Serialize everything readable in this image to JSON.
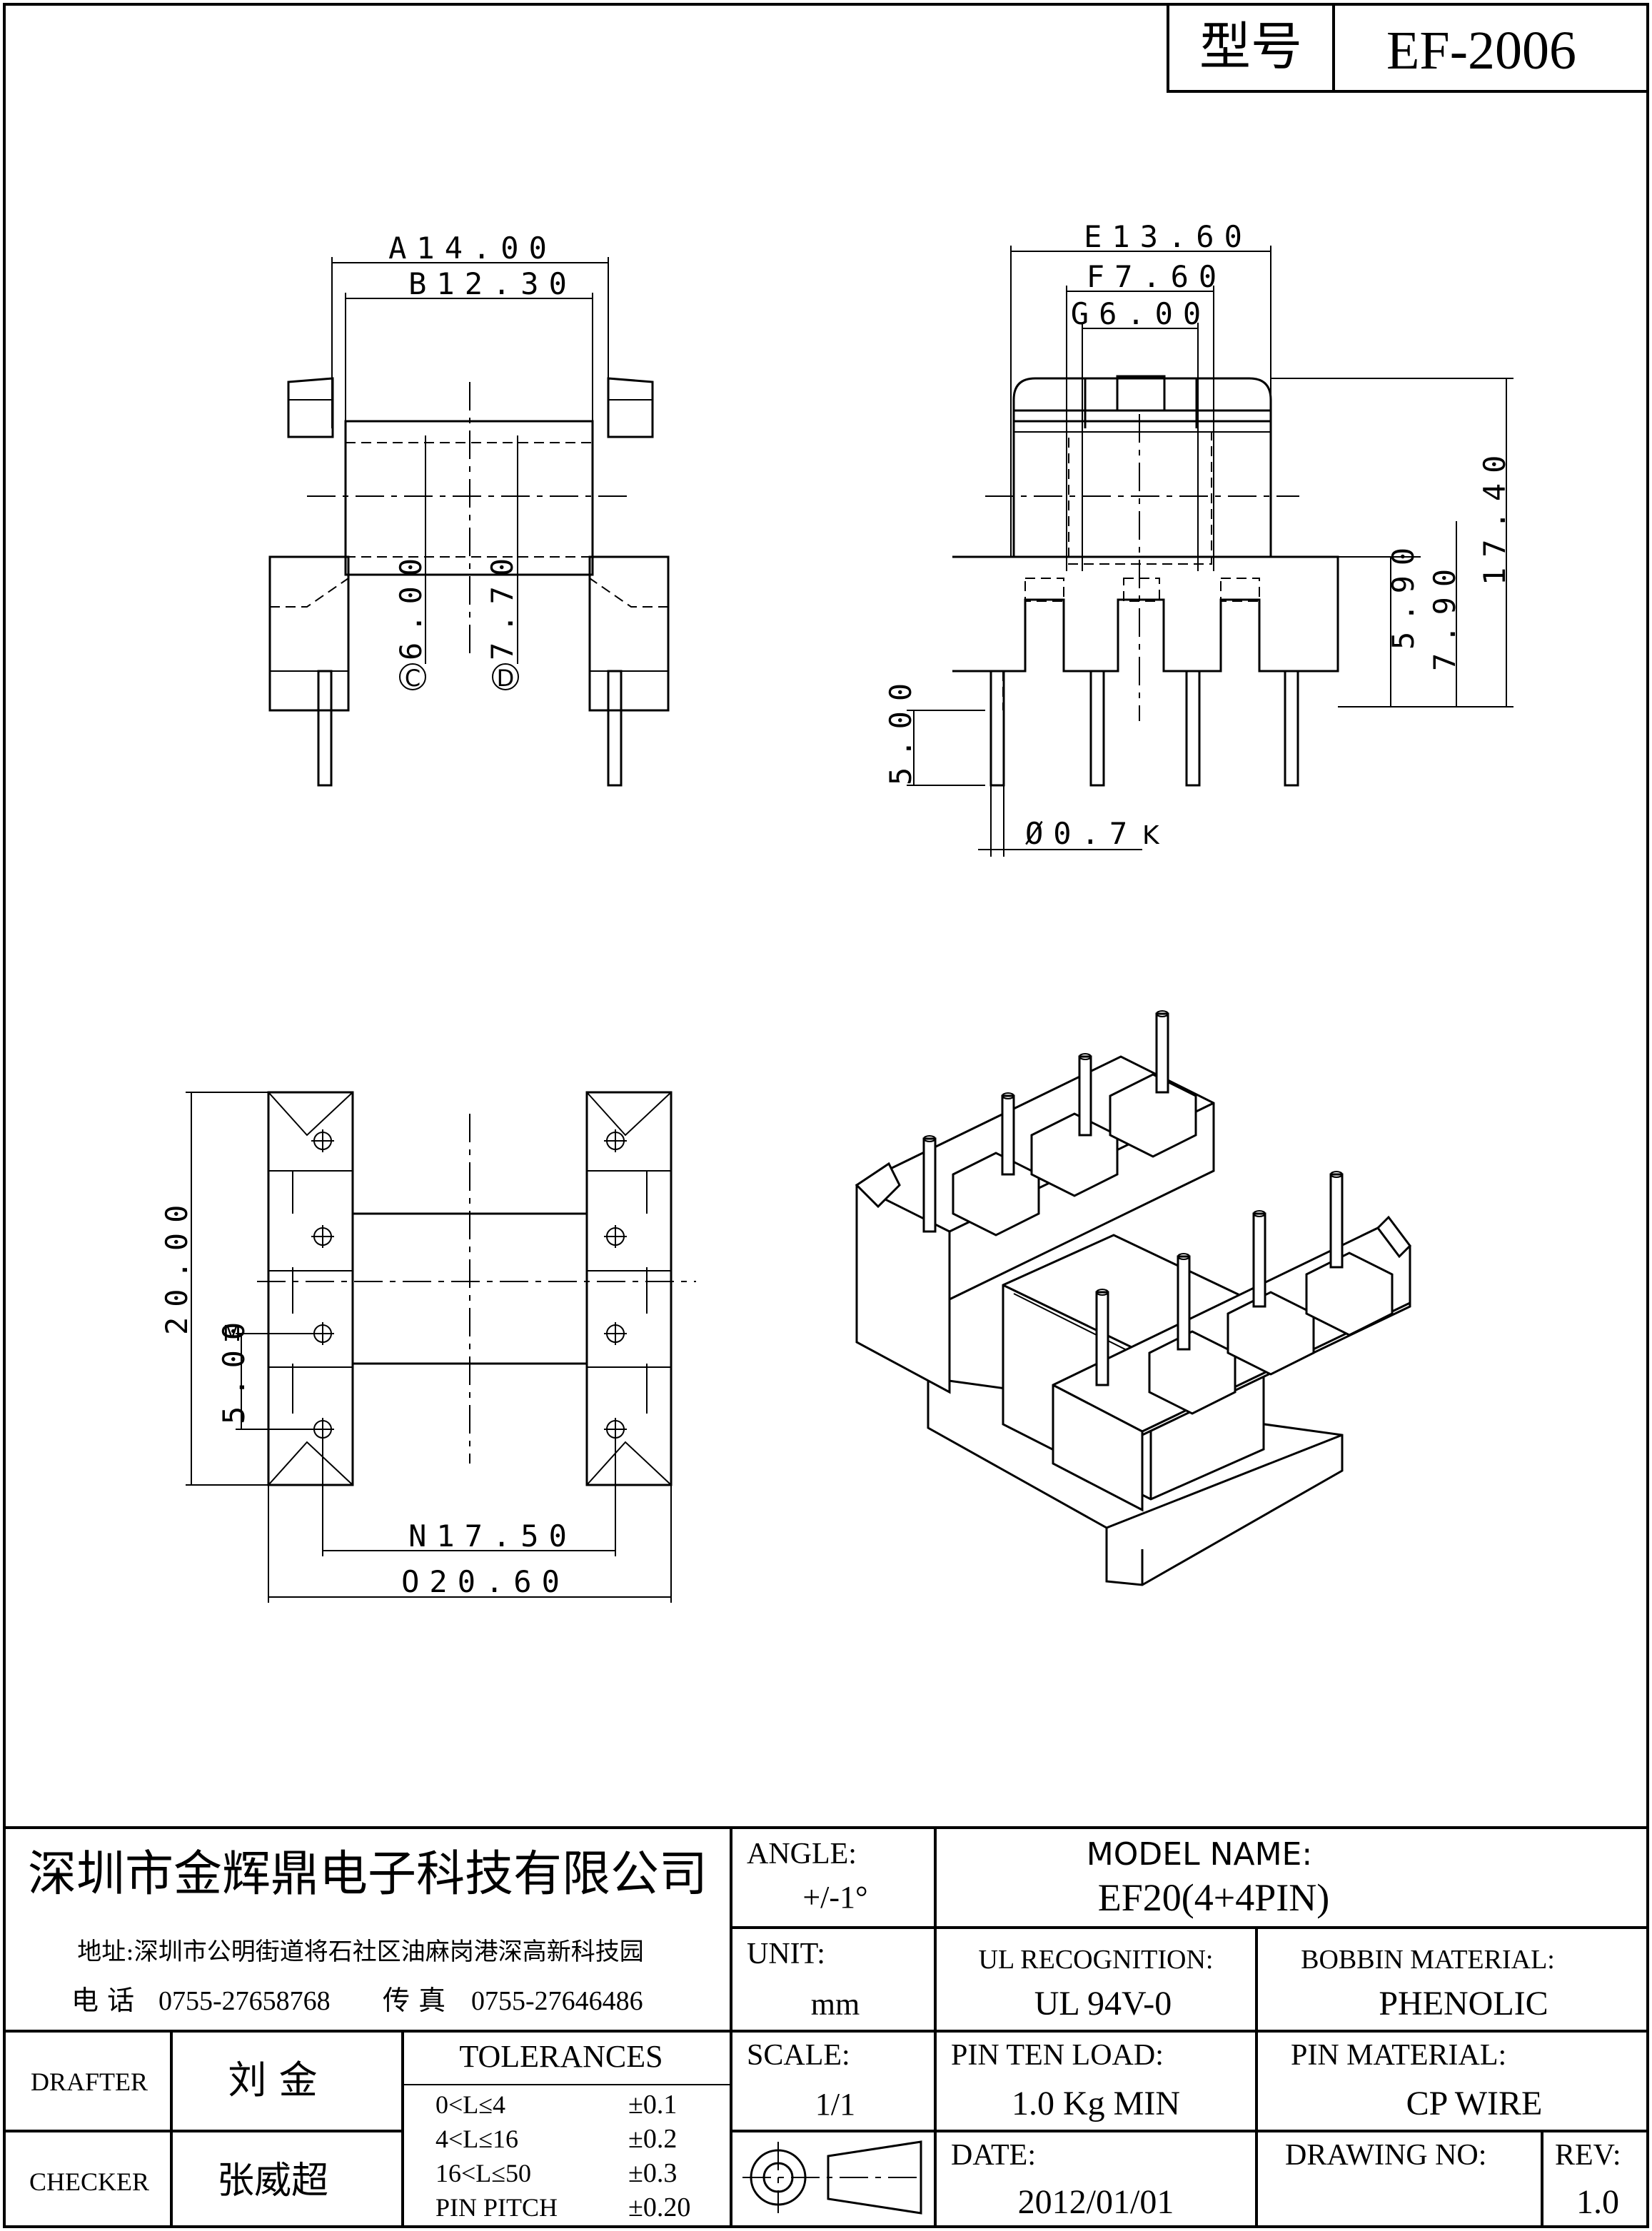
{
  "header": {
    "model_label": "型号",
    "model_value": "EF-2006"
  },
  "dimensions": {
    "a": "A14.00",
    "b": "B12.30",
    "c_value": "6.00",
    "c_letter": "C",
    "d_value": "7.70",
    "d_letter": "D",
    "e": "E13.60",
    "f": "F7.60",
    "g": "G6.00",
    "h_value": "5.00",
    "k": "Ø0.7",
    "k_letter": "K",
    "h5_9": "5.90",
    "h7_9": "7.90",
    "h17_4": "17.40",
    "l_value": "20.00",
    "m_value": "5.00",
    "m_letter": "M",
    "n": "N17.50",
    "o": "O20.60"
  },
  "title_block": {
    "company": "深圳市金辉鼎电子科技有限公司",
    "address": "地址:深圳市公明街道将石社区油麻岗港深高新科技园",
    "phone_label": "电 话",
    "phone": "0755-27658768",
    "fax_label": "传 真",
    "fax": "0755-27646486",
    "drafter_label": "DRAFTER",
    "drafter": "刘 金",
    "checker_label": "CHECKER",
    "checker": "张威超",
    "tolerances_label": "TOLERANCES",
    "tolerances": [
      {
        "range": "0<L≤4",
        "value": "±0.1"
      },
      {
        "range": "4<L≤16",
        "value": "±0.2"
      },
      {
        "range": "16<L≤50",
        "value": "±0.3"
      },
      {
        "range": "PIN PITCH",
        "value": "±0.20"
      }
    ],
    "angle_label": "ANGLE:",
    "angle_value": "+/-1°",
    "unit_label": "UNIT:",
    "unit_value": "mm",
    "scale_label": "SCALE:",
    "scale_value": "1/1",
    "model_name_label": "MODEL NAME:",
    "model_name_value": "EF20(4+4PIN)",
    "ul_label": "UL RECOGNITION:",
    "ul_value": "UL 94V-0",
    "bobbin_label": "BOBBIN MATERIAL:",
    "bobbin_value": "PHENOLIC",
    "pin_load_label": "PIN TEN LOAD:",
    "pin_load_value": "1.0 Kg MIN",
    "pin_material_label": "PIN MATERIAL:",
    "pin_material_value": "CP WIRE",
    "date_label": "DATE:",
    "date_value": "2012/01/01",
    "drawing_no_label": "DRAWING NO:",
    "drawing_no_value": "",
    "rev_label": "REV:",
    "rev_value": "1.0"
  }
}
